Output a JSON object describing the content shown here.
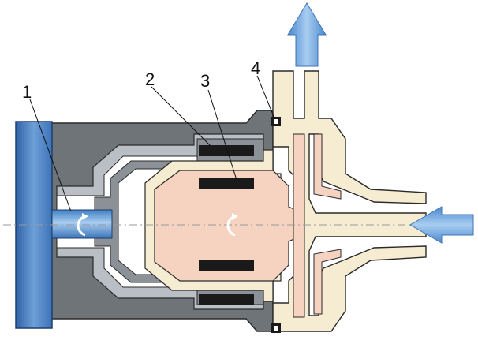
{
  "labels": {
    "motor": "1",
    "outer_magnet": "2",
    "inner_magnet": "3",
    "seal": "4"
  },
  "colors": {
    "motor_blue": "#4f86c6",
    "shaft_blue": "#5b97d1",
    "housing_gray": "#6f7478",
    "rotor_pink": "#f6d2c0",
    "can_cream": "#f5ecd2",
    "magnet_black": "#1a1a1a",
    "arrow_blue": "#79ace0"
  },
  "icons": [
    "rotation-arrow-icon",
    "flow-out-arrow-icon",
    "flow-in-arrow-icon"
  ]
}
